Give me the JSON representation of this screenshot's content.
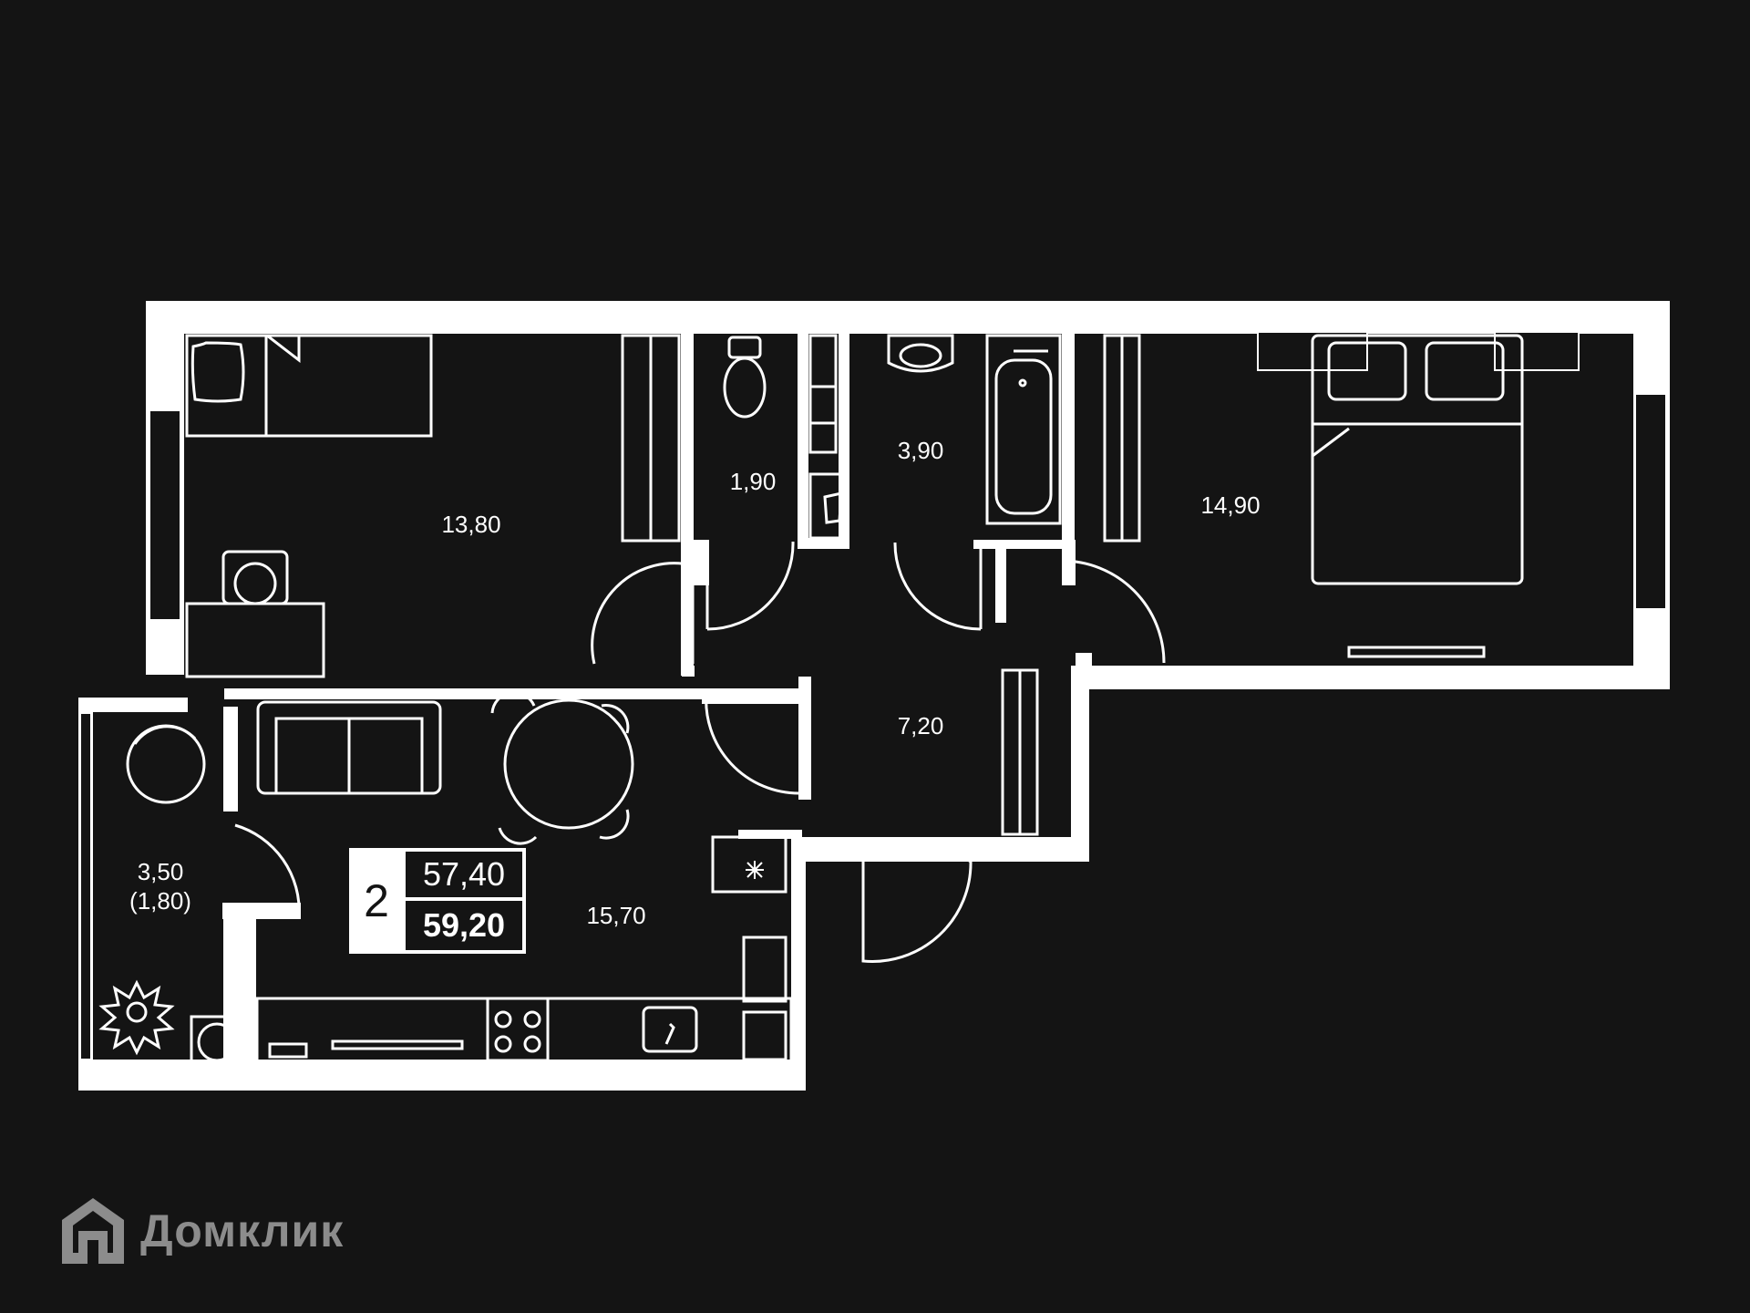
{
  "plan": {
    "rooms_count": "2",
    "living_area": "57,40",
    "total_area": "59,20",
    "rooms": [
      {
        "name": "bedroom-left",
        "area": "13,80"
      },
      {
        "name": "toilet",
        "area": "1,90"
      },
      {
        "name": "bathroom",
        "area": "3,90"
      },
      {
        "name": "bedroom-right",
        "area": "14,90"
      },
      {
        "name": "hallway",
        "area": "7,20"
      },
      {
        "name": "kitchen-living",
        "area": "15,70"
      },
      {
        "name": "balcony",
        "area": "3,50",
        "area_reduced": "(1,80)"
      }
    ]
  },
  "brand": {
    "name": "Домклик",
    "icon": "house-logo-icon"
  },
  "colors": {
    "background": "#141414",
    "walls": "#ffffff",
    "brand": "#8c8c8c"
  }
}
